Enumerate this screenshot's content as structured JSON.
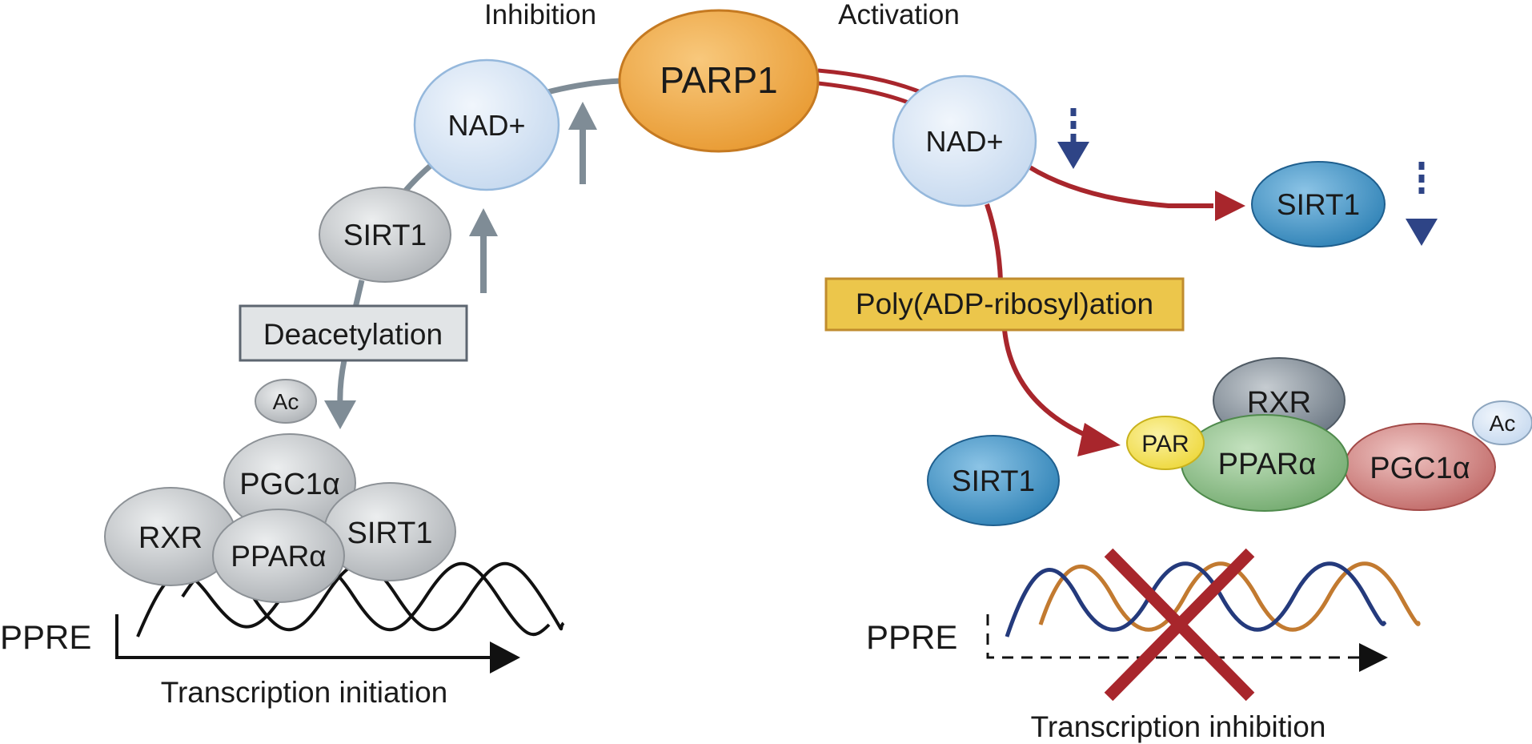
{
  "labels": {
    "inhibition": "Inhibition",
    "activation": "Activation",
    "parp1": "PARP1",
    "nad": "NAD+",
    "sirt1": "SIRT1",
    "deacetylation": "Deacetylation",
    "poly_adp_ribosylation": "Poly(ADP-ribosyl)ation",
    "ac": "Ac",
    "rxr": "RXR",
    "pgc1a": "PGC1α",
    "ppara": "PPARα",
    "par": "PAR",
    "ppre": "PPRE",
    "transcription_initiation": "Transcription initiation",
    "transcription_inhibition": "Transcription inhibition"
  },
  "colors": {
    "gray_node": "#c4c7ca",
    "gray_arrow": "#7f8c96",
    "parp1": "#eda84d",
    "nad": "#dbe8f6",
    "sirt1_blue": "#4a98c8",
    "red_arrow": "#a8262c",
    "poly_box": "#ecc64b",
    "rxr_dark": "#73808c",
    "ppara_green": "#8cc088",
    "pgc1a_red": "#cf7d7b",
    "par_yellow": "#f3e258",
    "dna_blue": "#243a7c",
    "dna_orange": "#c27a30",
    "dotted_arrow": "#2e4486"
  }
}
